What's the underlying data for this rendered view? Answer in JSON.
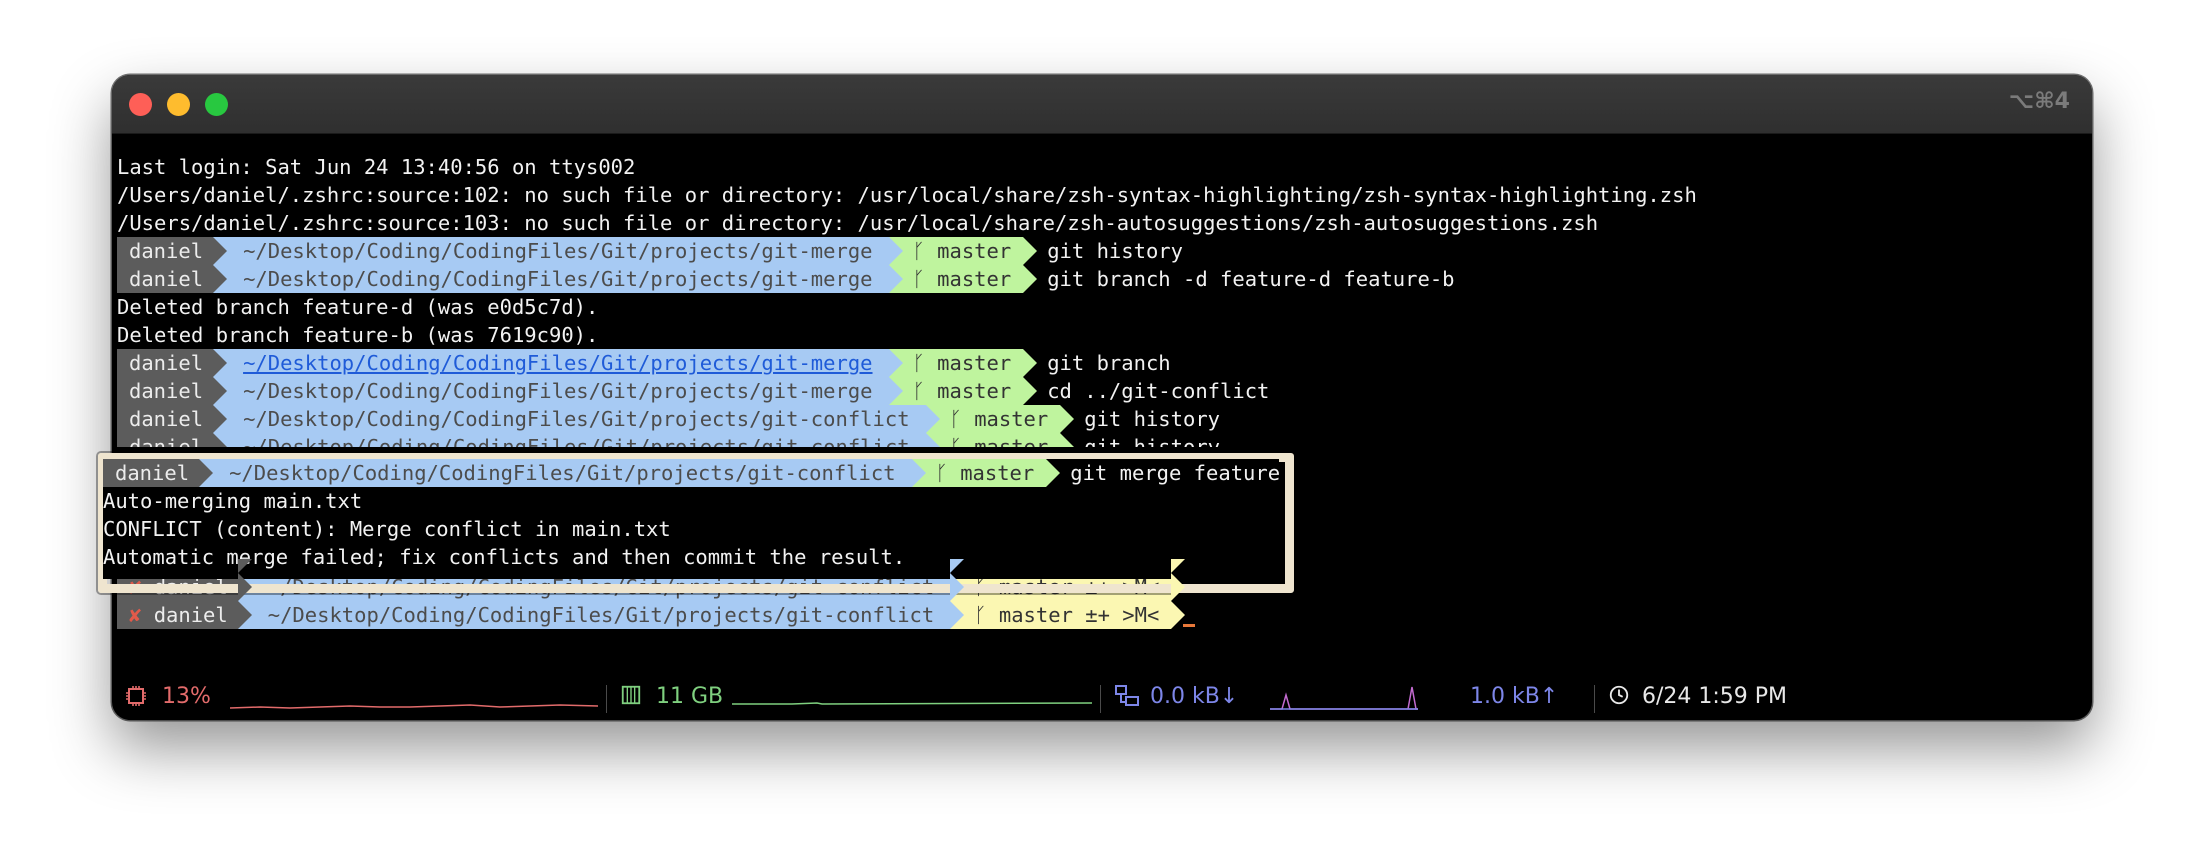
{
  "window": {
    "shortcut": "⌥⌘4",
    "controls": [
      "close",
      "minimize",
      "zoom"
    ]
  },
  "terminal": {
    "login": "Last login: Sat Jun 24 13:40:56 on ttys002",
    "errors": [
      "/Users/daniel/.zshrc:source:102: no such file or directory: /usr/local/share/zsh-syntax-highlighting/zsh-syntax-highlighting.zsh",
      "/Users/daniel/.zshrc:source:103: no such file or directory: /usr/local/share/zsh-autosuggestions/zsh-autosuggestions.zsh"
    ],
    "prompts": {
      "user": "daniel",
      "path_merge": "~/Desktop/Coding/CodingFiles/Git/projects/git-merge",
      "path_conflict": "~/Desktop/Coding/CodingFiles/Git/projects/git-conflict",
      "branch": "ᚴ master",
      "branch_dirty": "ᚴ master ±+ >M<",
      "x_mark": "✘"
    },
    "commands": {
      "c1": "git history",
      "c2": "git branch -d feature-d feature-b",
      "c3": "git branch",
      "c4": "cd ../git-conflict",
      "c5": "git history",
      "c6": "git history",
      "c7": "git merge feature"
    },
    "outputs": {
      "deleted_d": "Deleted branch feature-d (was e0d5c7d).",
      "deleted_b": "Deleted branch feature-b (was 7619c90).",
      "automerge": "Auto-merging main.txt",
      "conflict": "CONFLICT (content): Merge conflict in main.txt",
      "failed": "Automatic merge failed; fix conflicts and then commit the result."
    }
  },
  "statusbar": {
    "cpu": "13%",
    "memory": "11 GB",
    "net_down": "0.0 kB↓",
    "net_up": "1.0 kB↑",
    "datetime": "6/24 1:59 PM",
    "colors": {
      "cpu": "#e26b6b",
      "memory": "#7fd07f",
      "network": "#7d86e8",
      "clock": "#e8e8e8"
    },
    "icons": [
      "cpu-icon",
      "memory-icon",
      "network-icon",
      "clock-icon"
    ]
  },
  "accent": {
    "user_segment": "#5c5c5c",
    "path_segment": "#a7caf3",
    "branch_clean": "#bff49e",
    "branch_dirty": "#fbf7b2",
    "highlight_border": "#efe5cf"
  }
}
